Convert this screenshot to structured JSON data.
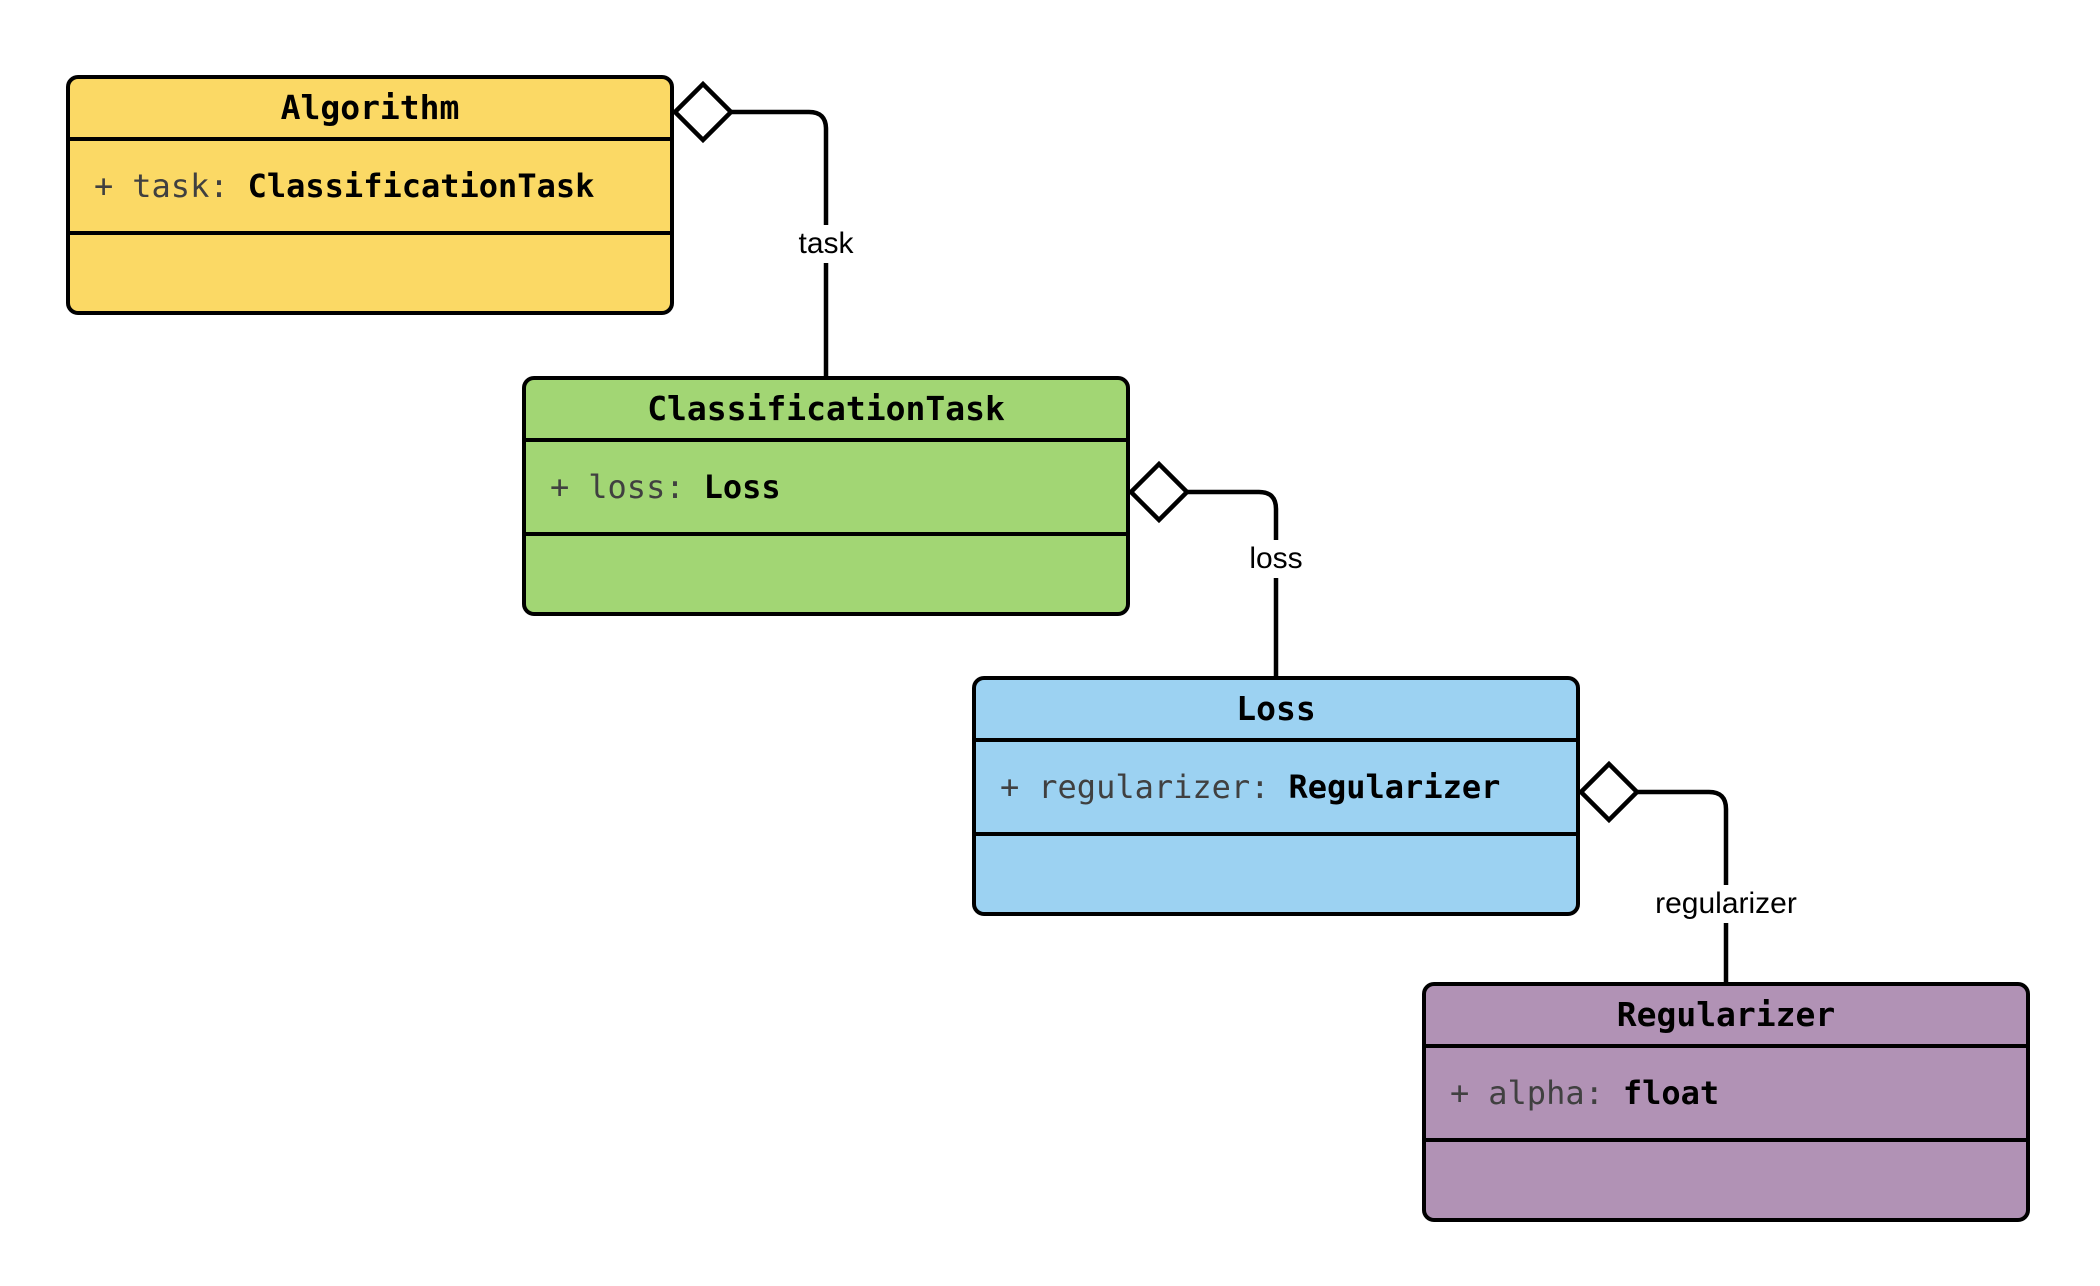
{
  "diagram": {
    "type": "uml-class-diagram",
    "background": "#ffffff",
    "line_color": "#000000",
    "attribute_text_color": "#404040"
  },
  "classes": [
    {
      "name": "Algorithm",
      "fill": "#fbd965",
      "attribute": {
        "visibility": "+",
        "name": "task",
        "separator": ":",
        "type": "ClassificationTask"
      }
    },
    {
      "name": "ClassificationTask",
      "fill": "#a2d674",
      "attribute": {
        "visibility": "+",
        "name": "loss",
        "separator": ":",
        "type": "Loss"
      }
    },
    {
      "name": "Loss",
      "fill": "#9cd2f2",
      "attribute": {
        "visibility": "+",
        "name": "regularizer",
        "separator": ":",
        "type": "Regularizer"
      }
    },
    {
      "name": "Regularizer",
      "fill": "#b192b5",
      "attribute": {
        "visibility": "+",
        "name": "alpha",
        "separator": ":",
        "type": "float"
      }
    }
  ],
  "relations": [
    {
      "label": "task",
      "from": "Algorithm",
      "to": "ClassificationTask",
      "kind": "aggregation"
    },
    {
      "label": "loss",
      "from": "ClassificationTask",
      "to": "Loss",
      "kind": "aggregation"
    },
    {
      "label": "regularizer",
      "from": "Loss",
      "to": "Regularizer",
      "kind": "aggregation"
    }
  ]
}
